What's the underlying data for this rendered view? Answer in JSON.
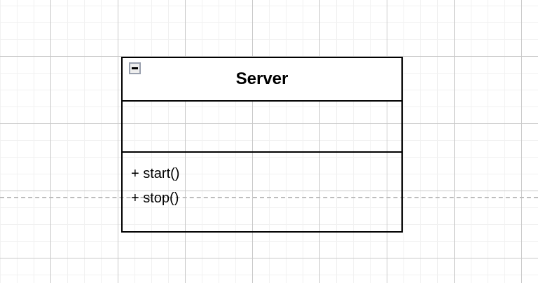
{
  "canvas": {
    "background": "#ffffff",
    "grid": {
      "minor_color": "#f1f1f1",
      "minor_size": "24",
      "major_color": "#c9c9c9",
      "major_size": "96"
    },
    "guideline": {
      "name": "horizontal-alignment-guide",
      "color": "#bdbdbd",
      "style": "dashed",
      "y": "282"
    }
  },
  "class_box": {
    "name": "Server",
    "border_color": "#000000",
    "header_fill": "#ffffff",
    "collapse_toggle": {
      "icon": "minus-icon",
      "glyph": "−",
      "state": "expanded",
      "border_color": "#99a0ae",
      "fill": "#eeeeee"
    },
    "attributes": [],
    "operations": [
      {
        "visibility": "+",
        "label": "+ start()"
      },
      {
        "visibility": "+",
        "label": "+ stop()"
      }
    ]
  }
}
